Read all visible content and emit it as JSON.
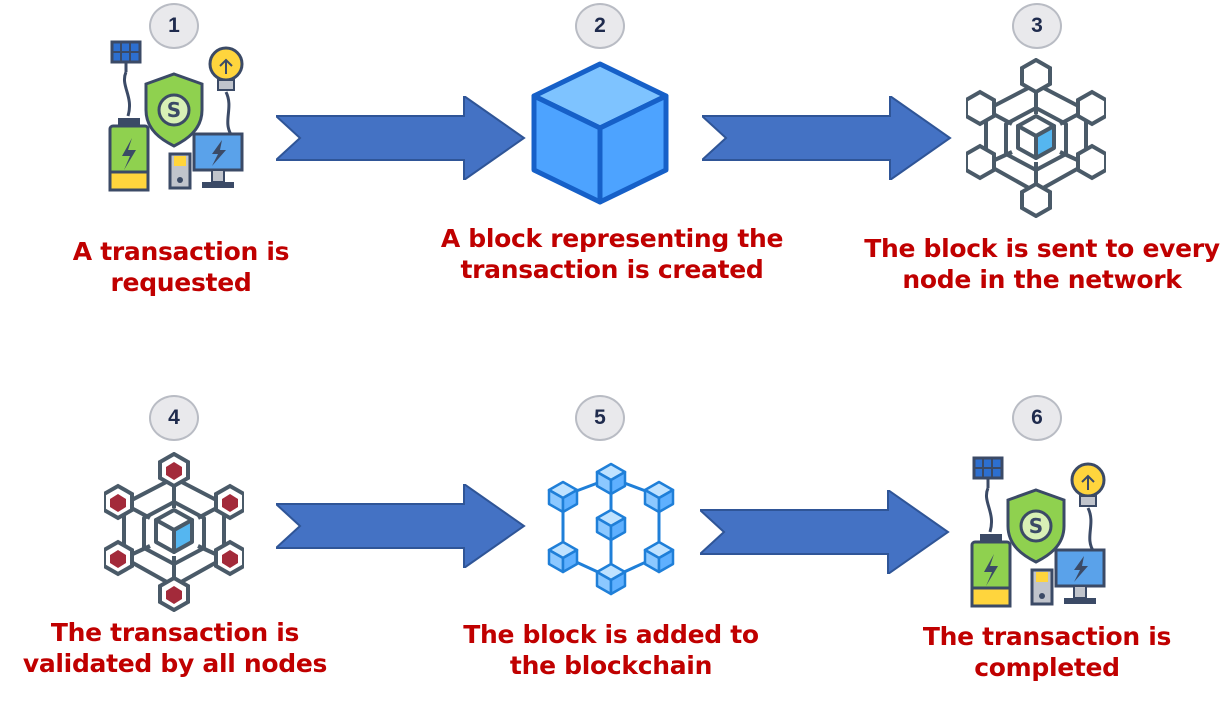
{
  "steps": [
    {
      "number": "1",
      "line1": "A transaction is",
      "line2": "requested",
      "icon": "crypto-security-icon"
    },
    {
      "number": "2",
      "line1": "A block representing the",
      "line2": "transaction is created",
      "icon": "cube-block-icon"
    },
    {
      "number": "3",
      "line1": "The block is sent to every",
      "line2": "node in the network",
      "icon": "network-nodes-icon"
    },
    {
      "number": "4",
      "line1": "The transaction is",
      "line2": "validated by all nodes",
      "icon": "validated-network-icon"
    },
    {
      "number": "5",
      "line1": "The block is added to",
      "line2": "the blockchain",
      "icon": "blockchain-icon"
    },
    {
      "number": "6",
      "line1": "The transaction is",
      "line2": "completed",
      "icon": "crypto-security-icon"
    }
  ],
  "colors": {
    "caption": "#c00000",
    "arrow": "#4472c4",
    "badge_fill": "#e9e9ec",
    "badge_text": "#1f2b4d",
    "cube_blue": "#4da3ff",
    "network_gray": "#4a5a68",
    "validated_red": "#a32a3a"
  }
}
